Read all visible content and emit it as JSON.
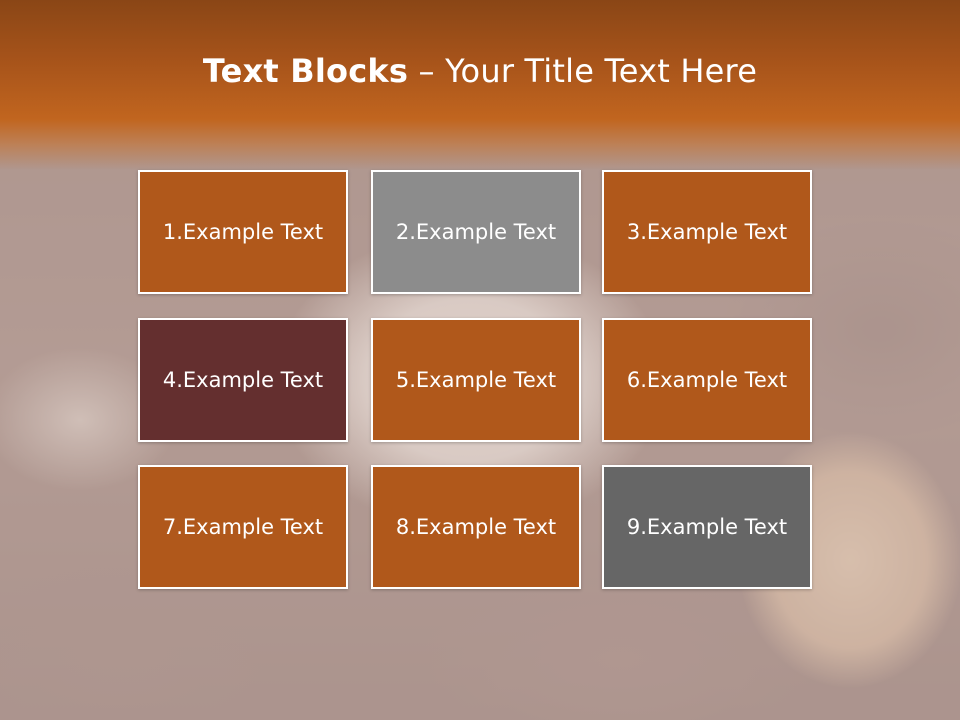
{
  "slide": {
    "title_bold": "Text Blocks",
    "title_separator": " – ",
    "title_rest": "Your Title Text Here",
    "colors": {
      "header": "#b35a1b",
      "block_orange": "#b0581b",
      "block_gray": "#8c8c8c",
      "block_maroon": "#642f2f",
      "block_dark_gray": "#666666"
    },
    "blocks": [
      {
        "label": "1.Example Text",
        "color": "#b0581b"
      },
      {
        "label": "2.Example Text",
        "color": "#8c8c8c"
      },
      {
        "label": "3.Example Text",
        "color": "#b0581b"
      },
      {
        "label": "4.Example Text",
        "color": "#642f2f"
      },
      {
        "label": "5.Example Text",
        "color": "#b0581b"
      },
      {
        "label": "6.Example Text",
        "color": "#b0581b"
      },
      {
        "label": "7.Example Text",
        "color": "#b0581b"
      },
      {
        "label": "8.Example Text",
        "color": "#b0581b"
      },
      {
        "label": "9.Example Text",
        "color": "#666666"
      }
    ]
  }
}
